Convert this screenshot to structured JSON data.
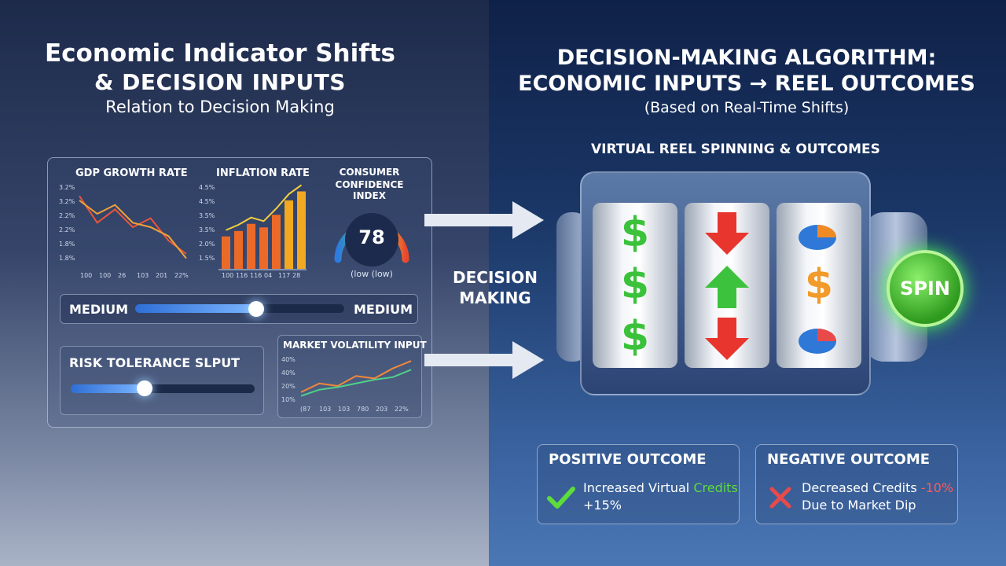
{
  "left": {
    "title_line1": "Economic Indicator Shifts",
    "title_line2": "& DECISION INPUTS",
    "subtitle": "Relation to Decision Making",
    "gdp": {
      "title": "GDP GROWTH RATE",
      "y_ticks": [
        "3.2%",
        "3.2%",
        "2.2%",
        "2.2%",
        "1.8%",
        "1.8%"
      ],
      "x_ticks": [
        "100",
        "100",
        "26",
        "103",
        "201",
        "22%"
      ]
    },
    "inflation": {
      "title": "INFLATION RATE",
      "y_ticks": [
        "4.5%",
        "4.5%",
        "3.5%",
        "3.5%",
        "2.0%",
        "1.5%"
      ],
      "x_ticks": [
        "100",
        "116",
        "116",
        "04",
        "117",
        "28"
      ]
    },
    "confidence": {
      "title_line1": "CONSUMER",
      "title_line2": "CONFIDENCE INDEX",
      "value": "78",
      "caption": "(low (low)"
    },
    "medium_slider": {
      "left_label": "MEDIUM",
      "right_label": "MEDIUM",
      "level": 0.58
    },
    "risk": {
      "label": "RISK TOLERANCE SLPUT",
      "level": 0.4
    },
    "volatility": {
      "title": "MARKET VOLATILITY INPUT",
      "y_ticks": [
        "40%",
        "40%",
        "20%",
        "10%"
      ],
      "x_ticks": [
        "(87",
        "103",
        "103",
        "780",
        "203",
        "22%"
      ]
    }
  },
  "decision_label_line1": "DECISION",
  "decision_label_line2": "MAKING",
  "right": {
    "title_line1": "DECISION-MAKING ALGORITHM:",
    "title_line2": "ECONOMIC INPUTS → REEL OUTCOMES",
    "subtitle": "(Based on Real-Time Shifts)",
    "reel_label": "VIRTUAL REEL SPINNING & OUTCOMES",
    "spin_label": "SPIN",
    "positive": {
      "title": "POSITIVE OUTCOME",
      "text_a": "Increased Virtual ",
      "text_b": "Credits",
      "text_c": "+15%"
    },
    "negative": {
      "title": "NEGATIVE OUTCOME",
      "text_a": "Decreased Credits ",
      "text_b": "-10%",
      "text_c": "Due to Market Dip"
    }
  },
  "chart_data": [
    {
      "type": "line",
      "title": "GDP GROWTH RATE",
      "series": [
        {
          "values": [
            3.0,
            2.4,
            2.7,
            2.3,
            2.5,
            2.0,
            1.7
          ]
        },
        {
          "values": [
            2.9,
            2.6,
            2.8,
            2.4,
            2.3,
            2.1,
            1.6
          ]
        }
      ]
    },
    {
      "type": "bar",
      "title": "INFLATION RATE",
      "values": [
        1.8,
        2.1,
        2.5,
        2.3,
        3.0,
        3.8,
        4.3
      ]
    },
    {
      "type": "line",
      "title": "MARKET VOLATILITY INPUT",
      "series": [
        {
          "values": [
            15,
            22,
            20,
            28,
            26,
            34,
            40
          ]
        },
        {
          "values": [
            12,
            17,
            19,
            22,
            25,
            27,
            33
          ]
        }
      ]
    }
  ],
  "colors": {
    "positive": "#5ddc3a",
    "negative": "#ff5a5a",
    "accent": "#3aa0ff"
  }
}
